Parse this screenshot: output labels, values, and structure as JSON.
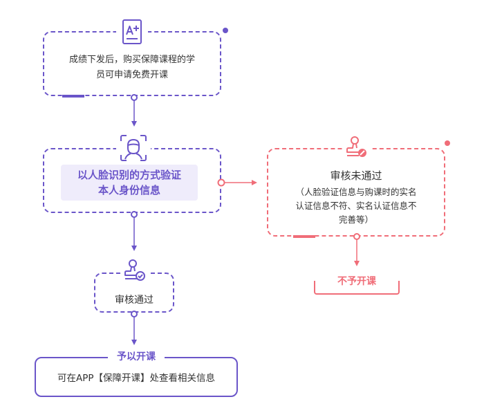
{
  "colors": {
    "purple": "#6a55c9",
    "purple_light": "#efecfb",
    "red": "#f06d78",
    "text": "#333333"
  },
  "steps": {
    "step1": {
      "text_line1": "成绩下发后，购买保障课程的学",
      "text_line2": "员可申请免费开课",
      "icon": "grade-a-plus-icon"
    },
    "step2": {
      "text_line1": "以人脸识别的方式验证",
      "text_line2": "本人身份信息",
      "icon": "face-recognition-icon"
    },
    "step3": {
      "text": "审核通过",
      "icon": "approved-stamp-icon"
    },
    "step4": {
      "title": "予以开课",
      "text": "可在APP【保障开课】处查看相关信息"
    }
  },
  "rejection": {
    "title": "审核未通过",
    "reason_line1": "（人脸验证信息与购课时的实名",
    "reason_line2": "认证信息不符、实名认证信息不",
    "reason_line3": "完善等）",
    "icon": "rejected-stamp-icon",
    "result": "不予开课"
  }
}
